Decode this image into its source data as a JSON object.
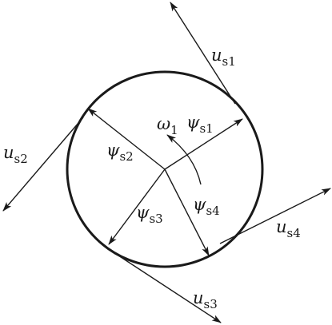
{
  "colors": {
    "ink": "#1a1a1a",
    "background": "#ffffff"
  },
  "labels": {
    "omega": {
      "base": "ω",
      "sub": "1"
    },
    "psi_s1": {
      "base": "ψ",
      "sub": "s1"
    },
    "psi_s2": {
      "base": "ψ",
      "sub": "s2"
    },
    "psi_s3": {
      "base": "ψ",
      "sub": "s3"
    },
    "psi_s4": {
      "base": "ψ",
      "sub": "s4"
    },
    "u_s1": {
      "base": "u",
      "sub": "s1"
    },
    "u_s2": {
      "base": "u",
      "sub": "s2"
    },
    "u_s3": {
      "base": "u",
      "sub": "s3"
    },
    "u_s4": {
      "base": "u",
      "sub": "s4"
    }
  }
}
